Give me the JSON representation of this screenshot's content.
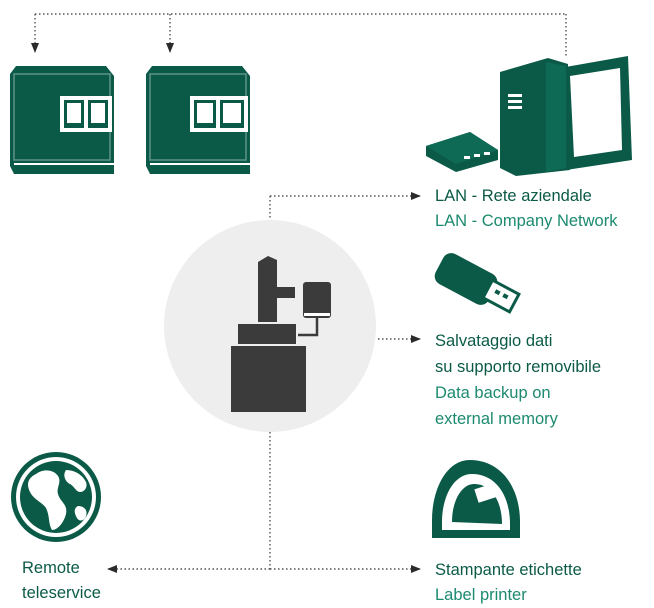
{
  "colors": {
    "primary": "#0b5a47",
    "secondary": "#1c8a70",
    "device": "#3b3b3b",
    "hub_circle": "#eeeeee",
    "connector": "#555555"
  },
  "hub": {
    "icon": "measuring-station-icon"
  },
  "nodes": {
    "cabinets": {
      "icon": "control-cabinet-icon"
    },
    "lan": {
      "icon": "computer-icon",
      "label_it": "LAN - Rete aziendale",
      "label_en": "LAN - Company Network"
    },
    "usb": {
      "icon": "usb-drive-icon",
      "label_it_line1": "Salvataggio dati",
      "label_it_line2": "su supporto removibile",
      "label_en_line1": "Data backup on",
      "label_en_line2": "external memory"
    },
    "printer": {
      "icon": "label-printer-icon",
      "label_it": "Stampante etichette",
      "label_en": "Label printer"
    },
    "remote": {
      "icon": "globe-icon",
      "label_line1": "Remote",
      "label_line2": "teleservice"
    }
  }
}
